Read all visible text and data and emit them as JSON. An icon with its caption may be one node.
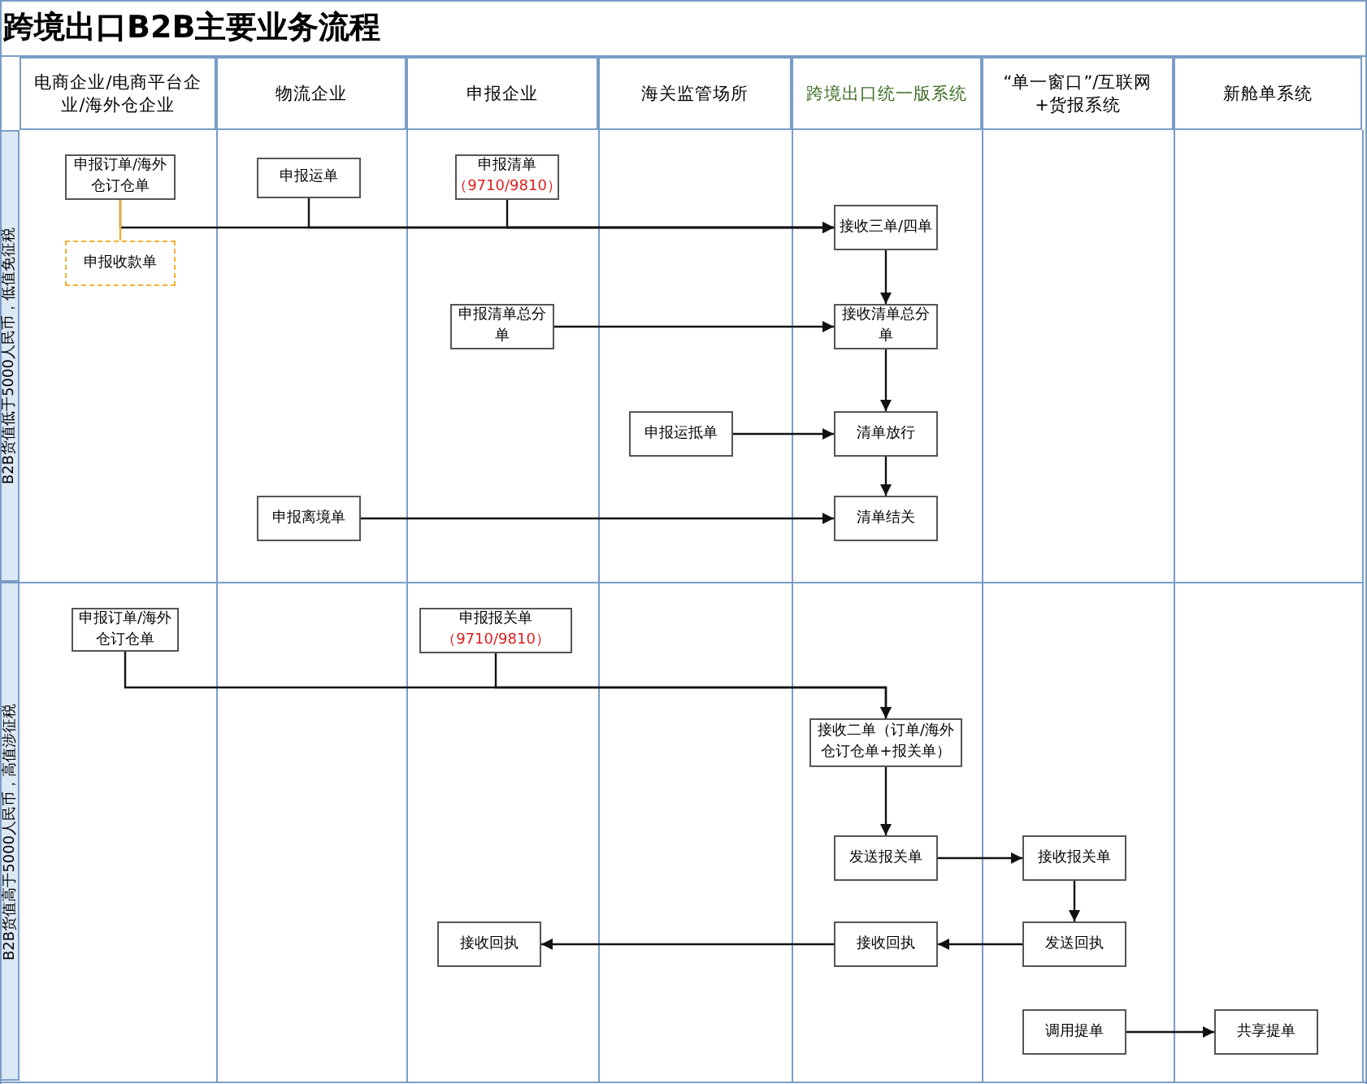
{
  "diagram": {
    "title": "跨境出口B2B主要业务流程",
    "nodes": [
      {
        "text": [
          "电商企业/电商平台企业/海外仓企业"
        ]
      },
      {
        "text": [
          "物流企业"
        ]
      },
      {
        "text": [
          "申报企业"
        ]
      },
      {
        "text": [
          "海关监管场所"
        ]
      },
      {
        "text": [
          "跨境出口统一版系统"
        ]
      },
      {
        "text": [
          "“单一窗口”/互联网+货报系统"
        ]
      },
      {
        "text": [
          "新舱单系统"
        ]
      },
      {
        "text": [
          "B2B货值低于5000人民币，低值免征税"
        ]
      },
      {
        "text": [
          "B2B货值高于5000人民币，高值涉征税"
        ]
      },
      {
        "text": [
          "申报订单/海外仓订仓单"
        ]
      },
      {
        "text": [
          "申报运单"
        ]
      },
      {
        "text": [
          "申报清单",
          "（9710/9810）"
        ]
      },
      {
        "text": [
          "申报收款单"
        ]
      },
      {
        "text": [
          "接收三单/四单"
        ]
      },
      {
        "text": [
          "申报清单总分单"
        ]
      },
      {
        "text": [
          "接收清单总分单"
        ]
      },
      {
        "text": [
          "申报运抵单"
        ]
      },
      {
        "text": [
          "清单放行"
        ]
      },
      {
        "text": [
          "申报离境单"
        ]
      },
      {
        "text": [
          "清单结关"
        ]
      },
      {
        "text": [
          "申报订单/海外仓订仓单"
        ]
      },
      {
        "text": [
          "申报报关单",
          "（9710/9810）"
        ]
      },
      {
        "text": [
          "接收二单（订单/海外仓订仓单+报关单）"
        ]
      },
      {
        "text": [
          "发送报关单"
        ]
      },
      {
        "text": [
          "接收报关单"
        ]
      },
      {
        "text": [
          "发送回执"
        ]
      },
      {
        "text": [
          "接收回执"
        ]
      },
      {
        "text": [
          "接收回执"
        ]
      },
      {
        "text": [
          "调用提单"
        ]
      },
      {
        "text": [
          "共享提单"
        ]
      }
    ],
    "edges": [
      {
        "from": 9,
        "to": 13,
        "arrow": "to"
      },
      {
        "from": 10,
        "to": 13,
        "arrow": "to"
      },
      {
        "from": 11,
        "to": 13,
        "arrow": "to"
      },
      {
        "from": 9,
        "to": 12,
        "arrow": "none",
        "color": "#f0b030"
      },
      {
        "from": 13,
        "to": 15,
        "arrow": "to"
      },
      {
        "from": 14,
        "to": 15,
        "arrow": "to"
      },
      {
        "from": 15,
        "to": 17,
        "arrow": "to"
      },
      {
        "from": 16,
        "to": 17,
        "arrow": "to"
      },
      {
        "from": 17,
        "to": 19,
        "arrow": "to"
      },
      {
        "from": 18,
        "to": 19,
        "arrow": "to"
      },
      {
        "from": 20,
        "to": 22,
        "arrow": "to"
      },
      {
        "from": 21,
        "to": 22,
        "arrow": "to"
      },
      {
        "from": 22,
        "to": 23,
        "arrow": "to"
      },
      {
        "from": 23,
        "to": 24,
        "arrow": "to"
      },
      {
        "from": 24,
        "to": 25,
        "arrow": "to"
      },
      {
        "from": 25,
        "to": 26,
        "arrow": "to"
      },
      {
        "from": 26,
        "to": 27,
        "arrow": "to"
      },
      {
        "from": 28,
        "to": 29,
        "arrow": "to"
      }
    ]
  }
}
